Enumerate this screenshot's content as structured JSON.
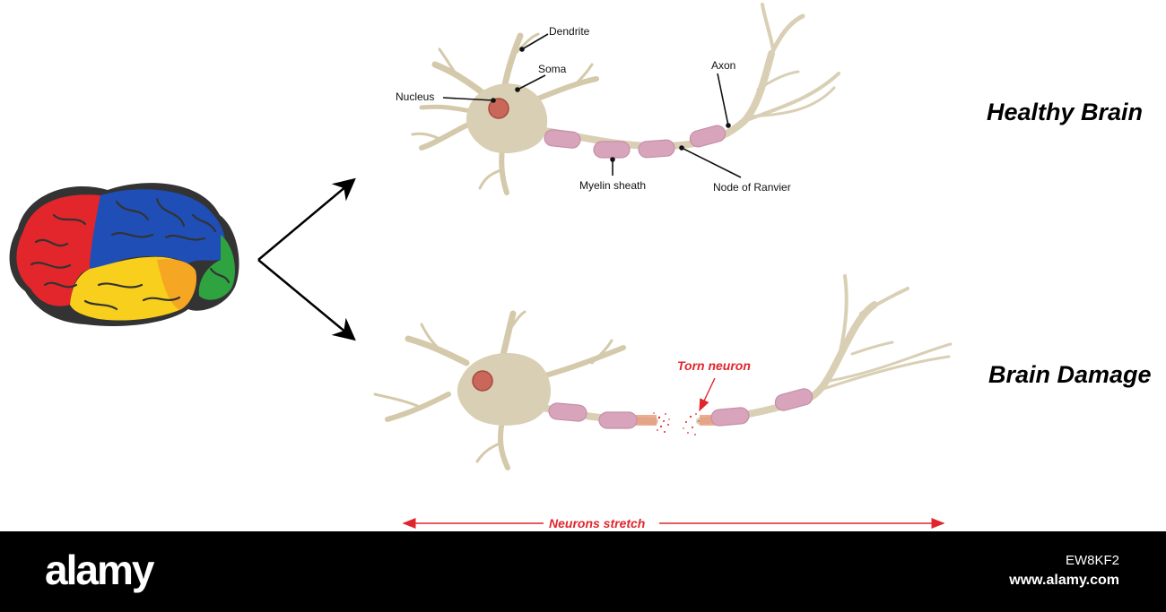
{
  "labels": {
    "dendrite": "Dendrite",
    "soma": "Soma",
    "nucleus": "Nucleus",
    "axon": "Axon",
    "myelin": "Myelin sheath",
    "ranvier": "Node of Ranvier",
    "torn": "Torn neuron",
    "stretch": "Neurons stretch"
  },
  "titles": {
    "healthy": "Healthy Brain",
    "damage": "Brain Damage"
  },
  "footer": {
    "logo": "alamy",
    "image_id": "EW8KF2",
    "site": "www.alamy.com"
  },
  "colors": {
    "neuron": "#d9cfb4",
    "neuron_stroke": "#c2b694",
    "myelin": "#d7a4bc",
    "nucleus": "#c8675a",
    "brain_red": "#e3262b",
    "brain_blue": "#1f4fb6",
    "brain_yellow": "#f7cf1c",
    "brain_orange": "#f5a623",
    "brain_green": "#2fa33f",
    "accent_red": "#e0262c"
  }
}
